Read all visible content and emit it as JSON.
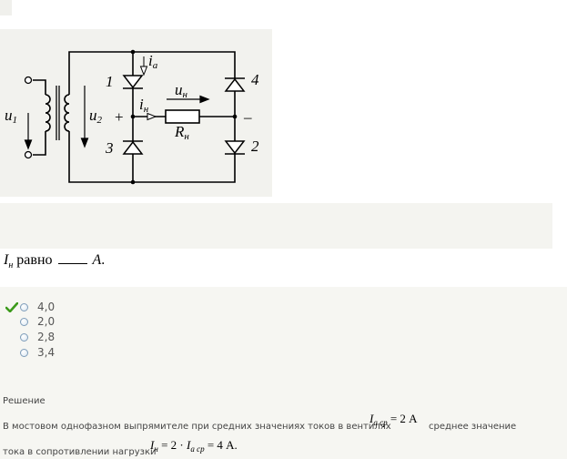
{
  "circuit": {
    "u1": "u",
    "u1_sub": "1",
    "u2": "u",
    "u2_sub": "2",
    "ia": "i",
    "ia_sub": "а",
    "in": "i",
    "in_sub": "н",
    "un": "u",
    "un_sub": "н",
    "rn": "R",
    "rn_sub": "н",
    "plus": "+",
    "minus": "–",
    "d1": "1",
    "d2": "2",
    "d3": "3",
    "d4": "4"
  },
  "question": {
    "var": "I",
    "sub": "н",
    "text": "равно",
    "unit": "A",
    "dot": "."
  },
  "options": [
    {
      "label": "4,0",
      "correct": true
    },
    {
      "label": "2,0",
      "correct": false
    },
    {
      "label": "2,8",
      "correct": false
    },
    {
      "label": "3,4",
      "correct": false
    }
  ],
  "solution": {
    "title": "Решение",
    "line1": "В мостовом однофазном выпрямителе при средних значениях токов в вентилях",
    "f1_var": "I",
    "f1_sub": "а ср",
    "f1_rest": " = 2 A",
    "line1_end": "среднее значение",
    "line2": "тока в сопротивлении нагрузки",
    "f2_var": "I",
    "f2_sub": "н",
    "f2_mid": " = 2 · ",
    "f2_var2": "I",
    "f2_sub2": "а ср",
    "f2_rest": " = 4  A."
  },
  "colors": {
    "check": "#3c9a1c",
    "radio_border": "#7f9db9",
    "panel_bg": "#f6f6f2"
  }
}
